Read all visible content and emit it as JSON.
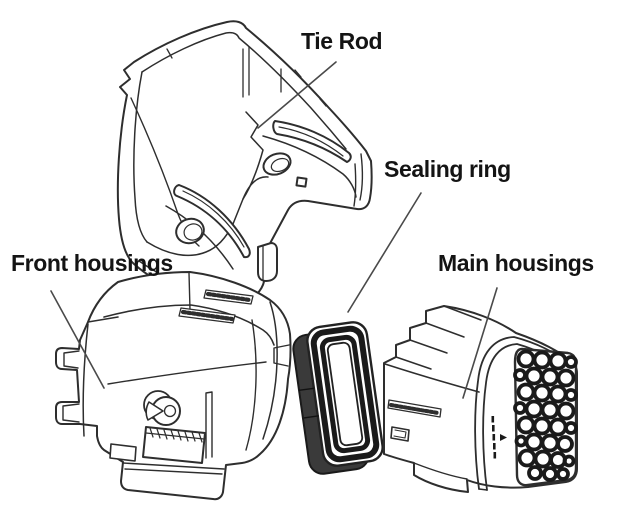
{
  "diagram": {
    "kind": "exploded-view connector assembly illustration",
    "background_color": "#ffffff",
    "line_color": "#2e2e2e",
    "dark_fill_color": "#1a1a1a",
    "leader_line_color": "#4a4a4a",
    "labels": {
      "tie_rod": "Tie Rod",
      "sealing_ring": "Sealing ring",
      "front_housings": "Front housings",
      "main_housings": "Main housings"
    }
  }
}
